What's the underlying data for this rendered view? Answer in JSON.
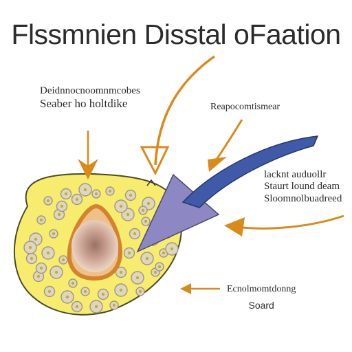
{
  "title": "Flssmnien Disstal oFaation",
  "labels": {
    "top_left": {
      "line1": "Deidnnocnoomnmcobes",
      "line2": "Seaber ho holtdike"
    },
    "top_right": {
      "line1": "Reapocomtismear"
    },
    "right": {
      "line1": "lacknt auduollr",
      "line2": "Staurt lound deam",
      "line3": "Sloomnolbuadreed"
    },
    "bottom": {
      "line1": "Ecnolmomtdonng",
      "line2": "Soard"
    }
  },
  "colors": {
    "cell_fill": "#f7ec6e",
    "cell_outline": "#4a4a2a",
    "arrow_orange": "#d98a1a",
    "arrow_blue": "#3f5aa8",
    "pointer_purple": "#8d88c4",
    "nucleus_ring": "#d3832c",
    "organelle_fill": "#ddd7c0"
  }
}
